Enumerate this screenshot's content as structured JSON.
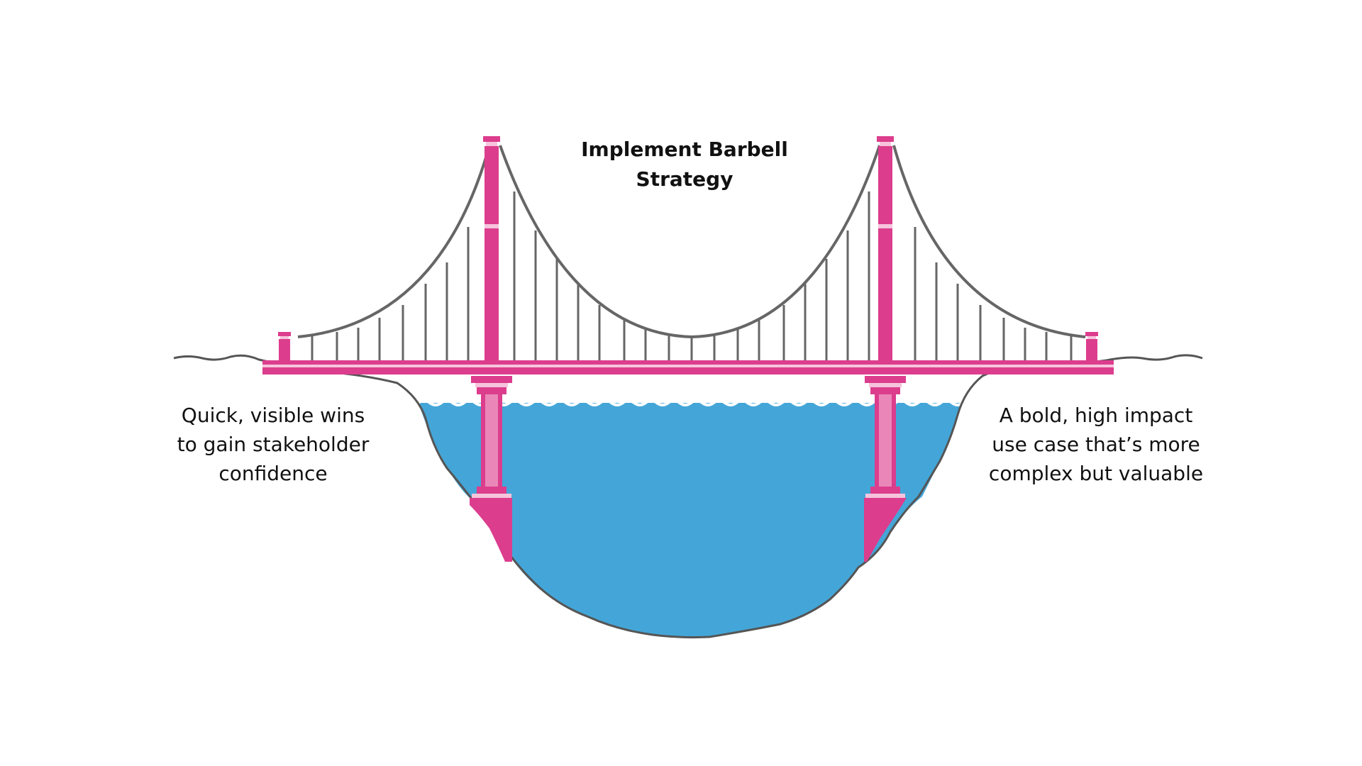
{
  "diagram": {
    "title": "Implement Barbell\nStrategy",
    "left_caption": "Quick, visible wins\nto gain stakeholder\nconfidence",
    "right_caption": "A bold, high impact\nuse case that’s more\ncomplex but valuable"
  },
  "colors": {
    "bridge": "#dc3d8d",
    "bridge_light": "#f6c4dc",
    "water": "#44a6d8",
    "outline": "#555555",
    "cables": "#666666",
    "text": "#111111",
    "background": "#ffffff"
  }
}
